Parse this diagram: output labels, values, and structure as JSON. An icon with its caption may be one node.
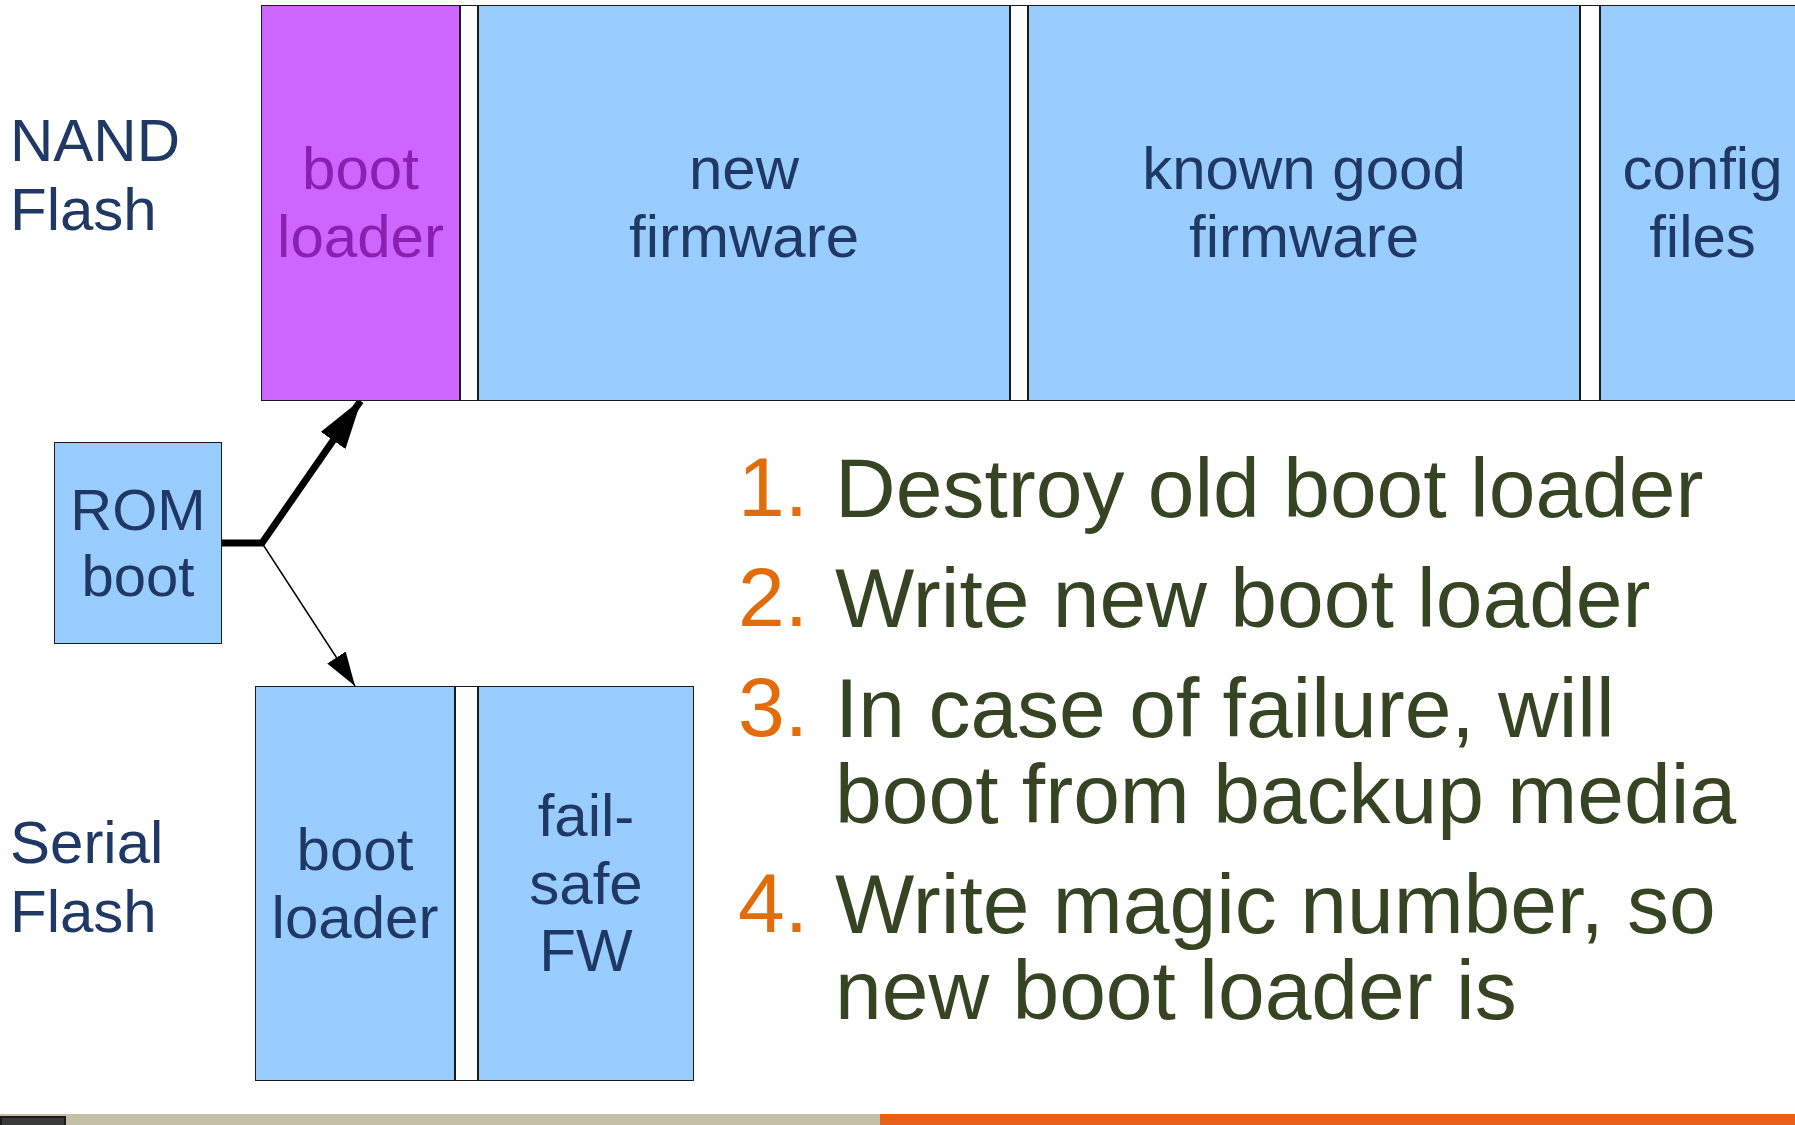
{
  "diagram": {
    "nodes": [
      {
        "text": [
          "boot loader"
        ]
      },
      {
        "text": [],
        "shape": "bar"
      },
      {
        "text": [
          "new firmware"
        ]
      },
      {
        "text": [],
        "shape": "bar"
      },
      {
        "text": [
          "known good firmware"
        ]
      },
      {
        "text": [],
        "shape": "bar"
      },
      {
        "text": [
          "config files"
        ]
      },
      {
        "text": [
          "ROM boot"
        ]
      },
      {
        "text": [
          "boot loader"
        ]
      },
      {
        "text": [],
        "shape": "bar"
      },
      {
        "text": [
          "fail-safe FW"
        ]
      }
    ],
    "edges": [
      {
        "from": 7,
        "to": 0,
        "arrow": "to",
        "style": "thick"
      },
      {
        "from": 7,
        "to": 8,
        "arrow": "to"
      }
    ],
    "labels": [
      "NAND Flash",
      "Serial Flash",
      "1.",
      "Destroy old boot loader",
      "2.",
      "Write new boot loader",
      "3.",
      "In case of failure, will boot from backup media",
      "4.",
      "Write magic number, so new boot loader is"
    ]
  }
}
